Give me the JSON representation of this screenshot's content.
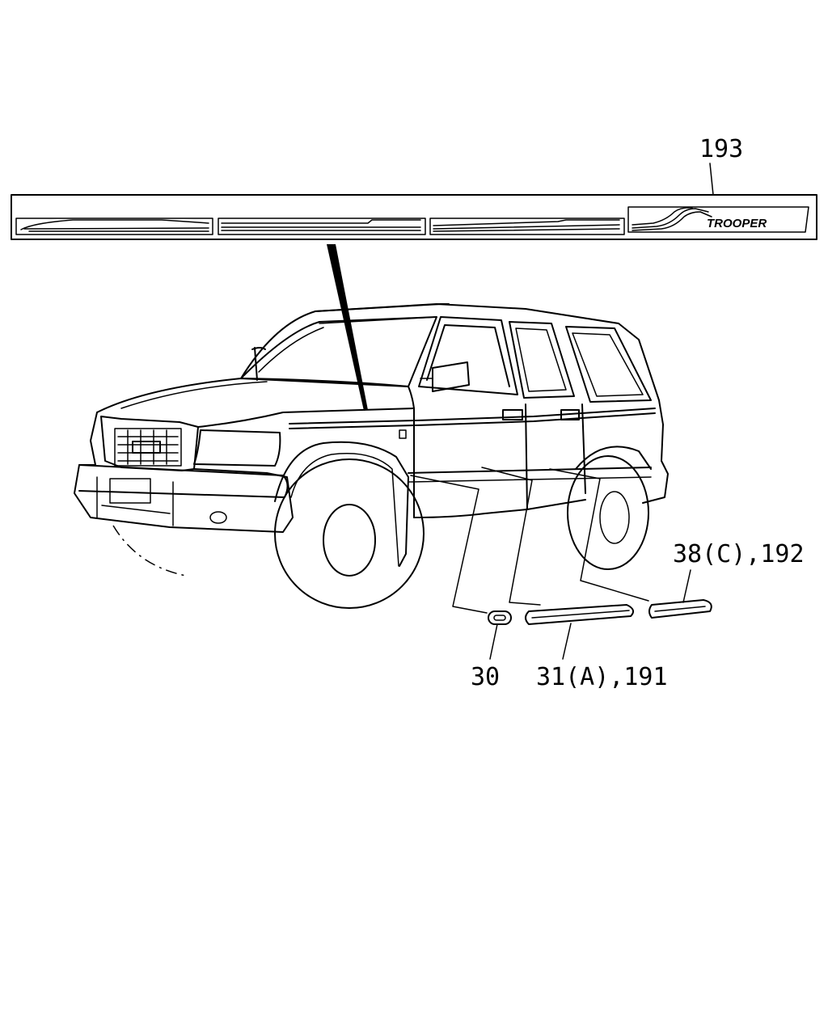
{
  "callouts": {
    "decal_set": "193",
    "rear_molding": "38(C),192",
    "clip": "30",
    "front_molding": "31(A),191"
  },
  "decal": {
    "logo_text": "TROOPER"
  },
  "colors": {
    "ink": "#000000",
    "paper": "#ffffff"
  }
}
